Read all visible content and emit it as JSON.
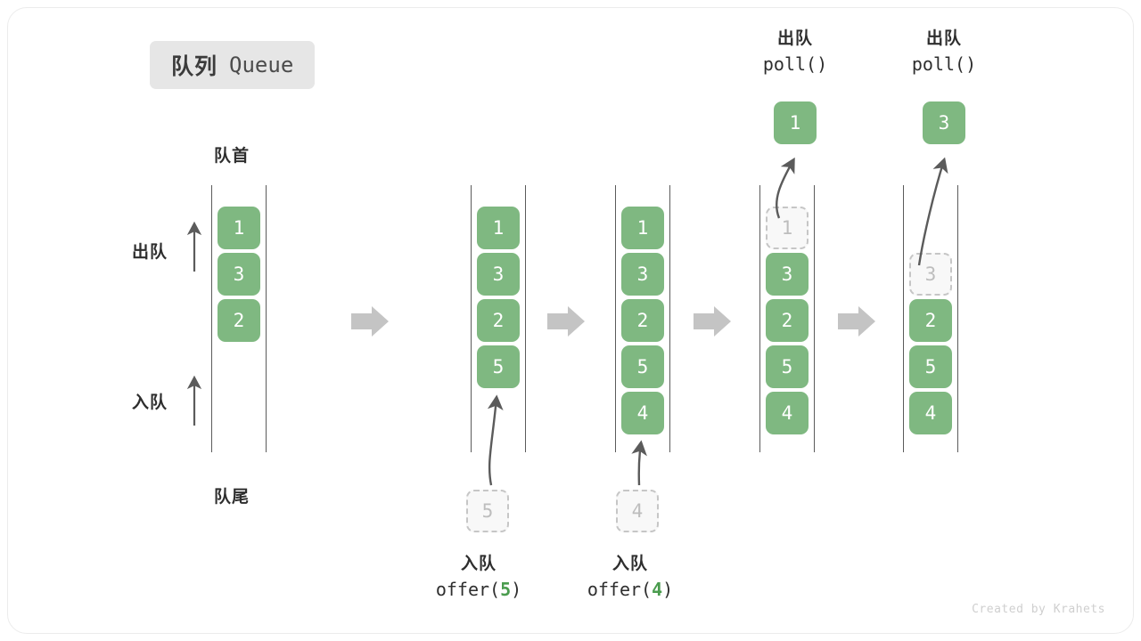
{
  "title": {
    "cn": "队列",
    "en": "Queue"
  },
  "labels": {
    "head": "队首",
    "tail": "队尾",
    "dequeue_side": "出队",
    "enqueue_side": "入队"
  },
  "colors": {
    "cell_fill": "#7fb881",
    "ghost_fill": "#f8f8f8",
    "ghost_border": "#c6c6c6",
    "rail": "#5b5b5b",
    "badge_bg": "#e6e6e6",
    "accent_number": "#4a9c4e",
    "step_arrow": "#c4c4c4"
  },
  "stages": [
    {
      "id": "stage-1",
      "items": [
        "1",
        "3",
        "2"
      ],
      "ghost_index": -1
    },
    {
      "id": "stage-2",
      "items": [
        "1",
        "3",
        "2",
        "5"
      ],
      "ghost_index": -1
    },
    {
      "id": "stage-3",
      "items": [
        "1",
        "3",
        "2",
        "5",
        "4"
      ],
      "ghost_index": -1
    },
    {
      "id": "stage-4",
      "items": [
        "1",
        "3",
        "2",
        "5",
        "4"
      ],
      "ghost_index": 0
    },
    {
      "id": "stage-5",
      "items": [
        "",
        "3",
        "2",
        "5",
        "4"
      ],
      "ghost_index": 1
    }
  ],
  "operations": {
    "enqueue_5": {
      "cn": "入队",
      "fn": "offer(",
      "value": "5",
      "fn_close": ")",
      "ghost_value": "5"
    },
    "enqueue_4": {
      "cn": "入队",
      "fn": "offer(",
      "value": "4",
      "fn_close": ")",
      "ghost_value": "4"
    },
    "dequeue_1": {
      "cn": "出队",
      "fn": "poll()",
      "popped_value": "1"
    },
    "dequeue_3": {
      "cn": "出队",
      "fn": "poll()",
      "popped_value": "3"
    }
  },
  "watermark": "Created by Krahets"
}
